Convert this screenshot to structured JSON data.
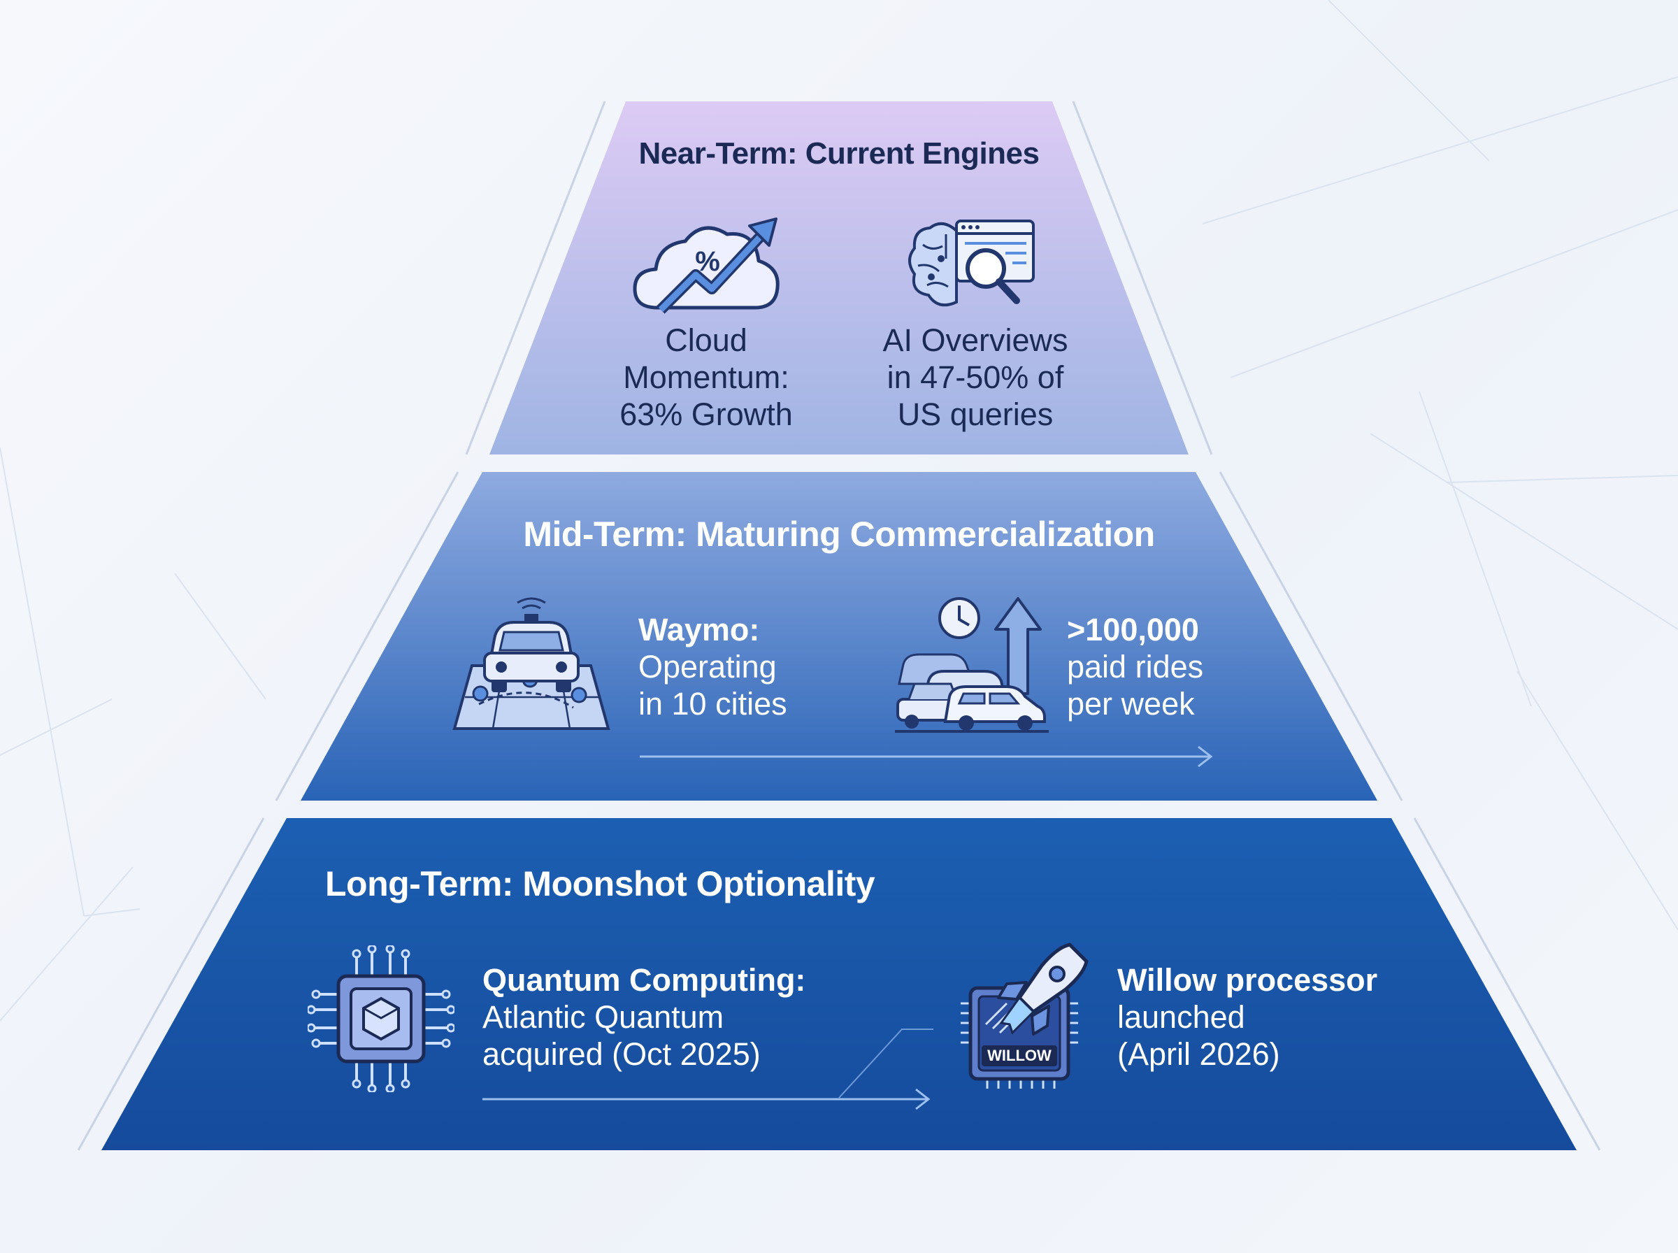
{
  "tiers": [
    {
      "title": "Near-Term: Current Engines",
      "items": [
        {
          "icon": "cloud-growth-icon",
          "lines": [
            "Cloud",
            "Momentum:",
            "63% Growth"
          ]
        },
        {
          "icon": "brain-search-icon",
          "lines": [
            "AI Overviews",
            "in 47-50% of",
            "US queries"
          ]
        }
      ]
    },
    {
      "title": "Mid-Term: Maturing Commercialization",
      "items": [
        {
          "icon": "autonomous-car-map-icon",
          "bold": "Waymo:",
          "lines": [
            "Operating",
            "in 10 cities"
          ]
        },
        {
          "icon": "cars-growth-icon",
          "bold": ">100,000",
          "lines": [
            "paid rides",
            "per week"
          ]
        }
      ]
    },
    {
      "title": "Long-Term: Moonshot Optionality",
      "items": [
        {
          "icon": "quantum-chip-icon",
          "bold": "Quantum Computing:",
          "lines": [
            "Atlantic Quantum",
            "acquired (Oct 2025)"
          ]
        },
        {
          "icon": "willow-rocket-chip-icon",
          "bold": "Willow processor",
          "lines": [
            "launched",
            "(April 2026)"
          ],
          "chip_label": "WILLOW"
        }
      ]
    }
  ]
}
